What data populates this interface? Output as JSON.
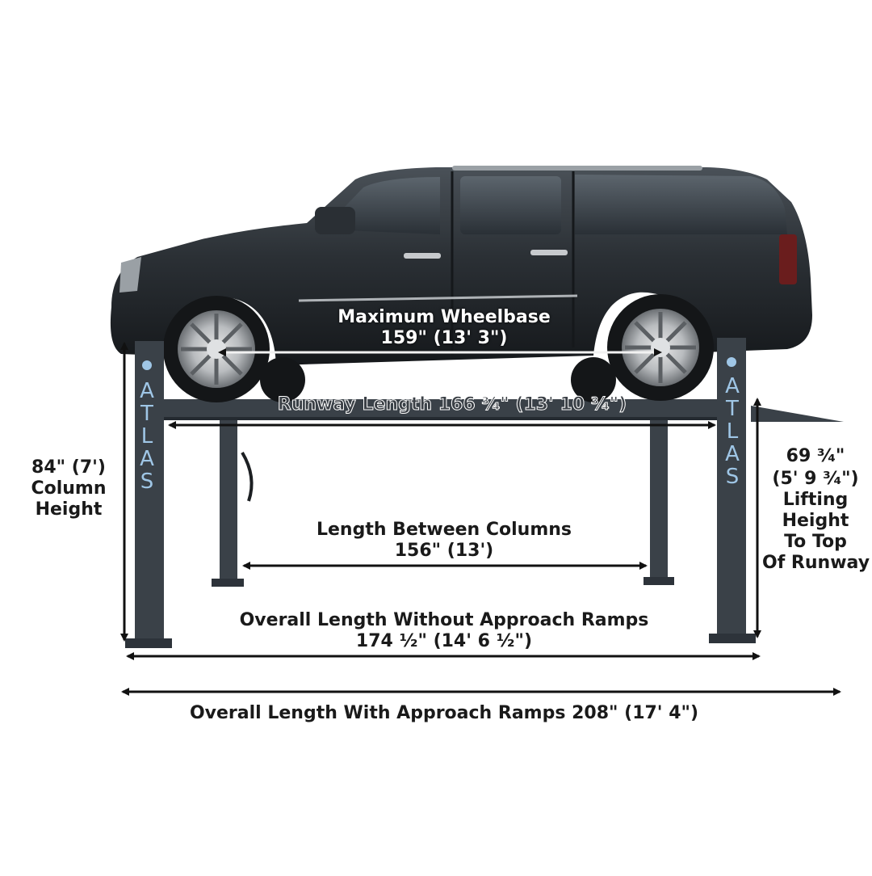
{
  "brand": {
    "name_letters": [
      "A",
      "T",
      "L",
      "A",
      "S"
    ],
    "name": "ATLAS",
    "color": "#9fc6e6"
  },
  "colors": {
    "lift": "#3a4148",
    "vehicle": "#24282c",
    "text": "#1a1a1a",
    "arrow": "#111111"
  },
  "labels": {
    "max_wheelbase_title": "Maximum Wheelbase",
    "max_wheelbase_value": "159\" (13' 3\")",
    "runway_length": "Runway Length 166 ³⁄₄\" (13' 10 ³⁄₄\")",
    "column_height_value": "84\" (7')",
    "column_height_line1": "Column",
    "column_height_line2": "Height",
    "lifting_height_value1": "69 ³⁄₄\"",
    "lifting_height_value2": "(5' 9 ³⁄₄\")",
    "lifting_height_line1": "Lifting",
    "lifting_height_line2": "Height",
    "lifting_height_line3": "To Top",
    "lifting_height_line4": "Of Runway",
    "between_columns_title": "Length Between Columns",
    "between_columns_value": "156\" (13')",
    "overall_without_title": "Overall Length Without Approach Ramps",
    "overall_without_value": "174 ¹⁄₂\" (14' 6 ¹⁄₂\")",
    "overall_with": "Overall Length With Approach Ramps 208\" (17' 4\")"
  }
}
